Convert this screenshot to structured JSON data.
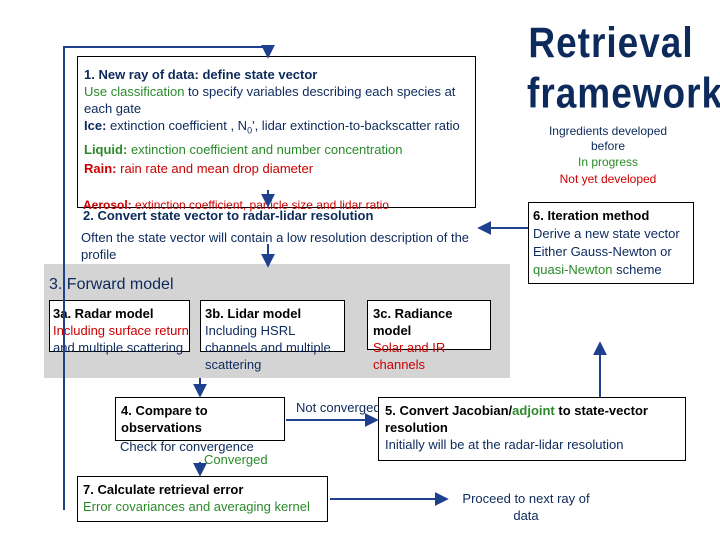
{
  "title": {
    "line1": "Retrieval",
    "line2": "framework"
  },
  "legend": {
    "ingredients": "Ingredients developed before",
    "in_progress": "In progress",
    "not_yet": "Not yet developed",
    "colors": {
      "developed": "#0d2a5c",
      "in_progress": "#2a8a2a",
      "not_yet": "#cc0000"
    }
  },
  "step1": {
    "heading": "1. New ray of data: define state vector",
    "line1_a": "Use classification",
    "line1_b": " to specify variables describing each species at each gate",
    "ice_label": "Ice:",
    "ice_text": " extinction coefficient , N",
    "ice_sub": "0",
    "ice_text2": "', lidar extinction-to-backscatter ratio",
    "liquid_label": "Liquid:",
    "liquid_text": " extinction coefficient and number concentration",
    "rain_label": "Rain:",
    "rain_text": " rain rate and mean drop diameter",
    "aerosol_label": "Aerosol:",
    "aerosol_text": " extinction coefficient, particle size and lidar ratio"
  },
  "step2": {
    "heading": "2. Convert state vector to radar-lidar resolution",
    "text": "Often the state vector will contain a low resolution description of the profile"
  },
  "step3": {
    "heading": "3. Forward model",
    "a_heading": "3a. Radar model",
    "a_text1": "Including surface return",
    "a_text2": " and multiple scattering",
    "b_heading": "3b. Lidar model",
    "b_text": "Including HSRL channels and multiple scattering",
    "c_heading": "3c. Radiance model",
    "c_text": "Solar and IR channels"
  },
  "step4": {
    "heading": "4. Compare to observations",
    "check": "Check for convergence",
    "converged": "Converged"
  },
  "not_converged": "Not converged",
  "step5": {
    "heading_a": "5. Convert Jacobian/",
    "heading_adjoint": "adjoint",
    "heading_b": " to state-vector resolution",
    "text": "Initially will be at the radar-lidar resolution"
  },
  "step6": {
    "heading": "6. Iteration method",
    "line1": "Derive a new state vector",
    "line2_a": "Either Gauss-Newton or ",
    "line2_b": "quasi-Newton",
    "line2_c": " scheme"
  },
  "step7": {
    "heading": "7. Calculate retrieval error",
    "text": "Error covariances and averaging kernel"
  },
  "proceed": "Proceed to next ray of data"
}
